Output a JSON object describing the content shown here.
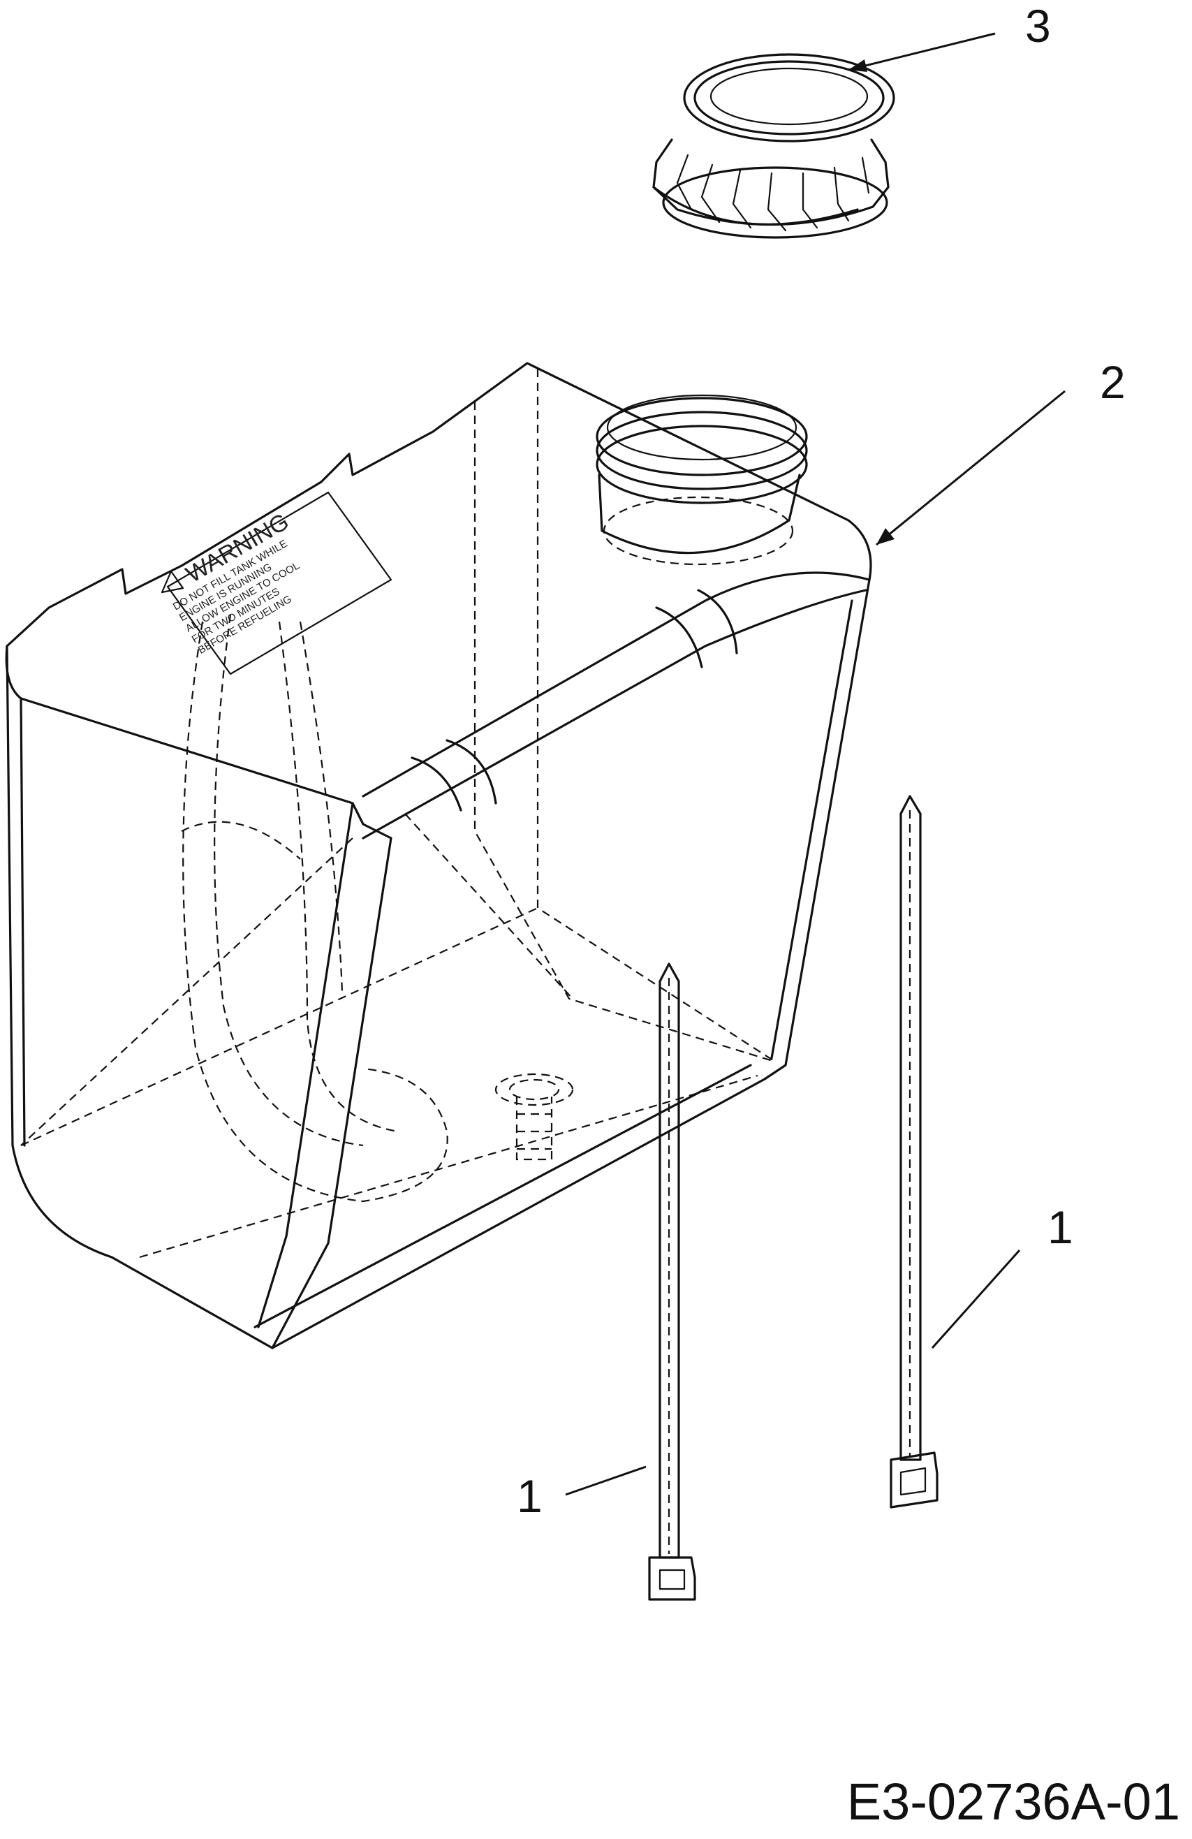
{
  "callouts": {
    "cap": "3",
    "tank": "2",
    "strap_right": "1",
    "strap_left": "1"
  },
  "warning_label": {
    "heading": "WARNING",
    "lines": [
      "DO NOT FILL TANK WHILE",
      "ENGINE IS RUNNING",
      "ALLOW ENGINE TO COOL",
      "FOR TWO MINUTES",
      "BEFORE REFUELING"
    ]
  },
  "drawing_code": "E3-02736A-01"
}
